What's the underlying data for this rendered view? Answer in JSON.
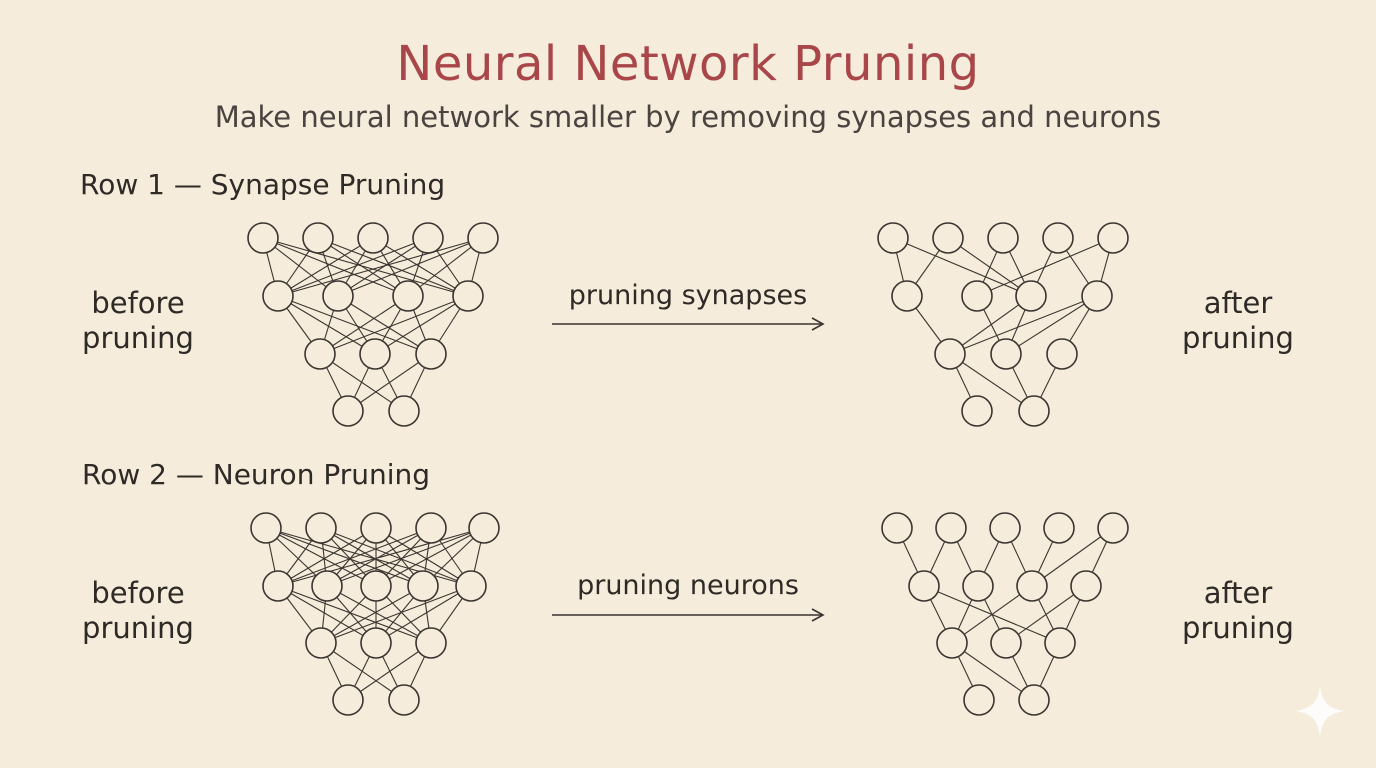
{
  "title": "Neural Network Pruning",
  "subtitle": "Make neural network smaller by removing synapses and neurons",
  "rows": [
    {
      "label": "Row 1 — Synapse Pruning",
      "before": [
        "before",
        "pruning"
      ],
      "after": [
        "after",
        "pruning"
      ],
      "arrow_label": "pruning synapses"
    },
    {
      "label": "Row 2 — Neuron Pruning",
      "before": [
        "before",
        "pruning"
      ],
      "after": [
        "after",
        "pruning"
      ],
      "arrow_label": "pruning neurons"
    }
  ],
  "colors": {
    "background": "#f5ecdb",
    "title": "#a8464a",
    "ink": "#2e2a26"
  },
  "icons": [
    "sparkle-icon"
  ]
}
